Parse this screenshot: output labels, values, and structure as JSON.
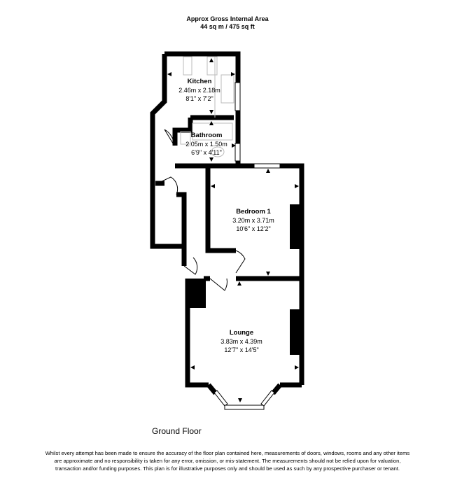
{
  "header": {
    "title": "Approx Gross Internal Area",
    "area": "44 sq m / 475 sq ft"
  },
  "rooms": [
    {
      "name": "Kitchen",
      "metric": "2.46m x 2.18m",
      "imperial": "8'1\" x 7'2\""
    },
    {
      "name": "Bathroom",
      "metric": "2.05m x 1.50m",
      "imperial": "6'9\" x 4'11\""
    },
    {
      "name": "Bedroom 1",
      "metric": "3.20m x 3.71m",
      "imperial": "10'6\" x 12'2\""
    },
    {
      "name": "Lounge",
      "metric": "3.83m x 4.39m",
      "imperial": "12'7\" x 14'5\""
    }
  ],
  "floor_label": "Ground Floor",
  "disclaimer": "Whilst every attempt has been made to ensure the accuracy of the floor plan contained here, measurements of doors, windows, rooms and any other items are approximate and no responsibility is taken for any error, omission, or mis-statement. The measurements should not be relied upon for valuation, transaction and/or funding purposes. This plan is for illustrative purposes only and should be used as such by any prospective purchaser or tenant.",
  "colors": {
    "wall": "#000000",
    "background": "#ffffff",
    "fixture": "#bbbbbb"
  }
}
